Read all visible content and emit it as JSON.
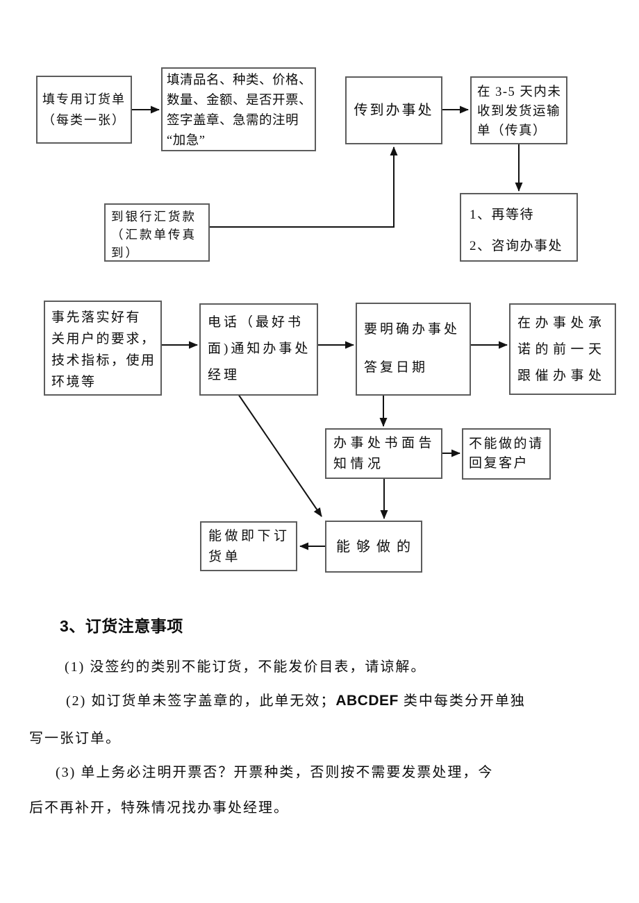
{
  "colors": {
    "background": "#ffffff",
    "border": "#5c5c5c",
    "line": "#121212",
    "text": "#0d0d0d"
  },
  "flowchart": {
    "nodes": {
      "fill_order_form": [
        "填专用订货单",
        "（每类一张）"
      ],
      "fill_details": [
        "填清品名、种类、价格、",
        "数量、金额、是否开票、",
        "签字盖章、急需的注明",
        "“加急”"
      ],
      "send_to_office": [
        "传到办事处"
      ],
      "no_shipping_doc": [
        "在 3-5 天内未",
        "收到发货运输",
        "单（传真）"
      ],
      "bank_remit": [
        "到银行汇货款",
        "（汇款单传真",
        "到）"
      ],
      "wait_or_consult": [
        "1、再等待",
        "2、咨询办事处"
      ],
      "confirm_requirements": [
        "事先落实好有",
        "关用户的要求，",
        "技术指标，使用",
        "环境等"
      ],
      "notify_manager": [
        "电话（最好书",
        "面)通知办事处",
        "经理"
      ],
      "clarify_reply_date": [
        "要明确办事处",
        "答复日期"
      ],
      "follow_up_day_before": [
        "在办事处承",
        "诺的前一天",
        "跟催办事处"
      ],
      "written_notice": [
        "办事处书面告",
        "知情况"
      ],
      "cannot_do_reply": [
        "不能做的请",
        "回复客户"
      ],
      "place_order": [
        "能做即下订",
        "货单"
      ],
      "can_do": [
        "能够做的"
      ]
    }
  },
  "notes": {
    "heading": "3、订货注意事项",
    "item1": "(1) 没签约的类别不能订货，不能发价目表，请谅解。",
    "item2_line1_pre": "(2) 如订货单未签字盖章的，此单无效；",
    "item2_latin": "ABCDEF",
    "item2_line1_post": " 类中每类分开单独",
    "item2_line2": "写一张订单。",
    "item3_line1": "(3) 单上务必注明开票否？开票种类，否则按不需要发票处理，今",
    "item3_line2": "后不再补开，特殊情况找办事处经理。"
  }
}
